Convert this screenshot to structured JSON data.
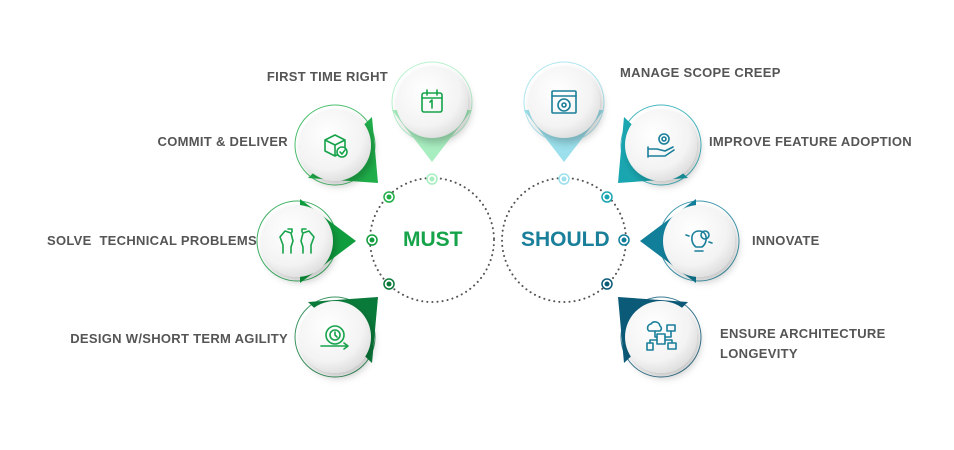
{
  "must": {
    "title": "MUST",
    "color": "#16a34a",
    "items": [
      {
        "label": "FIRST TIME RIGHT",
        "icon": "calendar-icon",
        "color": "#a8eec0"
      },
      {
        "label": "COMMIT & DELIVER",
        "icon": "package-check-icon",
        "color": "#1fae4a"
      },
      {
        "label": "SOLVE  TECHNICAL PROBLEMS",
        "icon": "puzzle-hands-icon",
        "color": "#0f9d3e"
      },
      {
        "label": "DESIGN W/SHORT TERM AGILITY",
        "icon": "gear-clock-arrow-icon",
        "color": "#0a7a3a"
      }
    ]
  },
  "should": {
    "title": "SHOULD",
    "color": "#1a7f9a",
    "items": [
      {
        "label": "MANAGE SCOPE CREEP",
        "icon": "browser-target-icon",
        "color": "#9be0ec"
      },
      {
        "label": "IMPROVE FEATURE ADOPTION",
        "icon": "hand-gear-icon",
        "color": "#1aa6b0"
      },
      {
        "label": "INNOVATE",
        "icon": "bulb-gear-icon",
        "color": "#127f9a"
      },
      {
        "label": "ENSURE ARCHITECTURE\nLONGEVITY",
        "icon": "architecture-network-icon",
        "color": "#0b5a78"
      }
    ]
  }
}
